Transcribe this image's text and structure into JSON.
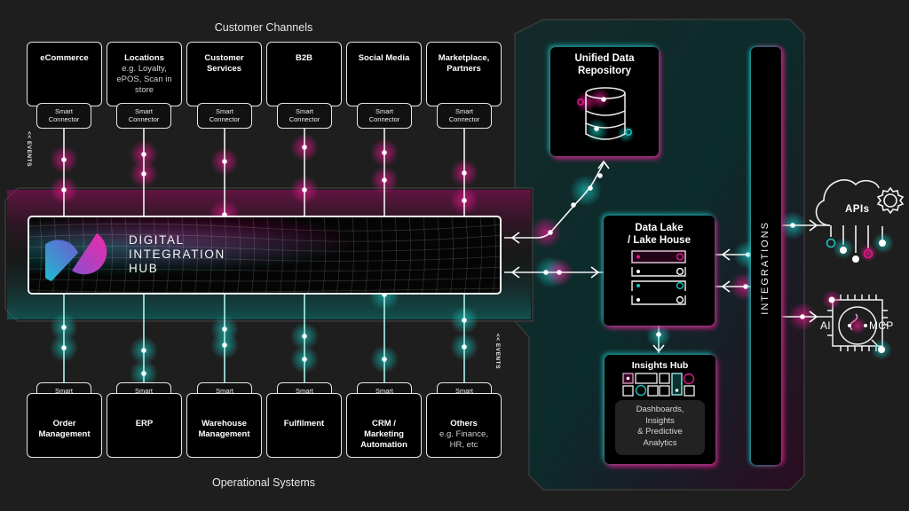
{
  "diagram": {
    "top_section_title": "Customer Channels",
    "bottom_section_title": "Operational Systems",
    "events_label": "<< EVENTS",
    "connector_label_line1": "Smart",
    "connector_label_line2": "Connector",
    "customer_channels": [
      {
        "title": "eCommerce",
        "subtitle": ""
      },
      {
        "title": "Locations",
        "subtitle": "e.g. Loyalty, ePOS, Scan in store"
      },
      {
        "title": "Customer Services",
        "subtitle": ""
      },
      {
        "title": "B2B",
        "subtitle": ""
      },
      {
        "title": "Social Media",
        "subtitle": ""
      },
      {
        "title": "Marketplace, Partners",
        "subtitle": ""
      }
    ],
    "operational_systems": [
      {
        "title": "Order Management",
        "subtitle": ""
      },
      {
        "title": "ERP",
        "subtitle": ""
      },
      {
        "title": "Warehouse Management",
        "subtitle": ""
      },
      {
        "title": "Fulfilment",
        "subtitle": ""
      },
      {
        "title": "CRM / Marketing Automation",
        "subtitle": ""
      },
      {
        "title": "Others",
        "subtitle": "e.g. Finance, HR, etc"
      }
    ],
    "hub": {
      "line1": "DIGITAL",
      "line2": "INTEGRATION",
      "line3": "HUB",
      "icon": "hub-logo-icon"
    },
    "unified_repository": {
      "line1": "Unified Data",
      "line2": "Repository",
      "icon": "database-icon"
    },
    "data_lake": {
      "line1": "Data Lake",
      "line2": "/ Lake House",
      "icon": "server-rack-icon"
    },
    "insights_hub": {
      "title": "Insights Hub",
      "description_lines": [
        "Dashboards,",
        "Insights",
        "& Predictive",
        "Analytics"
      ],
      "icon": "dashboard-grid-icon"
    },
    "integrations_label": "INTEGRATIONS",
    "apis": {
      "label": "APIs",
      "icon": "cloud-gear-icon"
    },
    "ai_mcp": {
      "label_left": "AI",
      "label_right": "MCP",
      "icon": "chip-icon"
    },
    "colors": {
      "background": "#1e1e1e",
      "panel": "#262626",
      "magenta": "#e0198a",
      "teal": "#19c6c0",
      "line": "#f2f2f2"
    }
  }
}
